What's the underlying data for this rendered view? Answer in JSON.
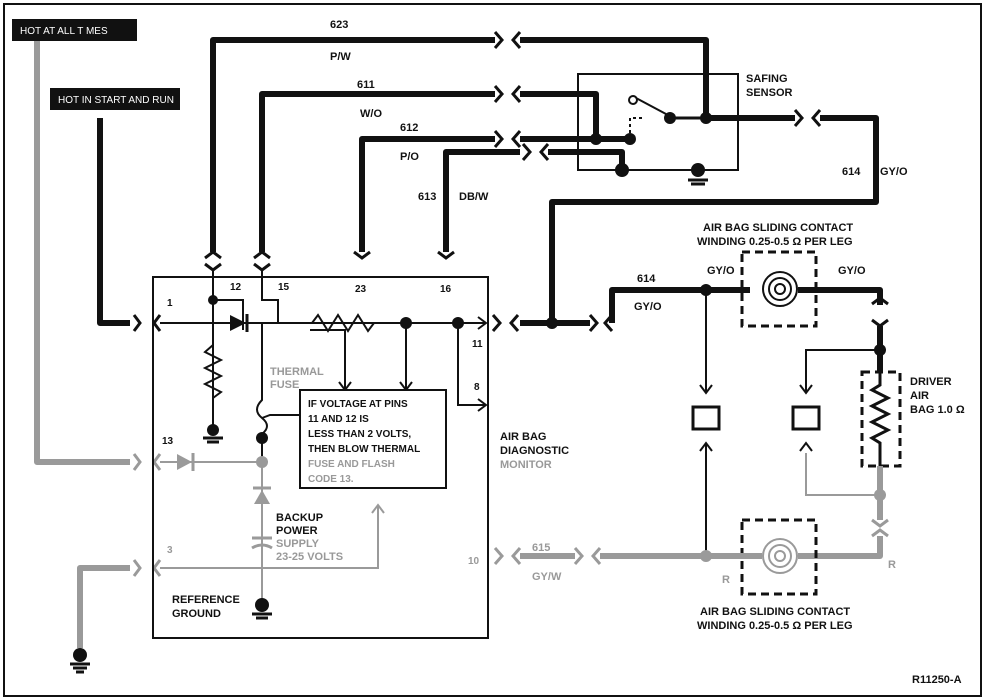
{
  "tags": {
    "hot_all_times": "HOT AT ALL T MES",
    "hot_start_run": "HOT IN START AND RUN"
  },
  "circuits": {
    "c623": "623",
    "c623_color": "P/W",
    "c611": "611",
    "c611_color": "W/O",
    "c612": "612",
    "c612_color": "P/O",
    "c613": "613",
    "c613_color": "DB/W",
    "c614": "614",
    "c614_color": "GY/O",
    "c614b": "614",
    "c614b_color": "GY/O",
    "c615": "615",
    "c615_color": "GY/W",
    "gyo_left": "GY/O",
    "gyo_right": "GY/O",
    "r_left": "R",
    "r_right": "R"
  },
  "pins": {
    "p1": "1",
    "p12": "12",
    "p15": "15",
    "p23": "23",
    "p16": "16",
    "p11": "11",
    "p8": "8",
    "p13": "13",
    "p3": "3",
    "p10": "10"
  },
  "components": {
    "safing_sensor_l1": "SAFING",
    "safing_sensor_l2": "SENSOR",
    "contact_top_l1": "AIR BAG SLIDING CONTACT",
    "contact_top_l2": "WINDING 0.25-0.5 Ω PER LEG",
    "contact_bot_l1": "AIR BAG SLIDING CONTACT",
    "contact_bot_l2": "WINDING 0.25-0.5 Ω PER LEG",
    "driver_l1": "DRIVER",
    "driver_l2": "AIR",
    "driver_l3": "BAG 1.0 Ω",
    "monitor_l1": "AIR BAG",
    "monitor_l2": "DIAGNOSTIC",
    "monitor_l3": "MONITOR",
    "thermal_l1": "THERMAL",
    "thermal_l2": "FUSE",
    "backup_l1": "BACKUP",
    "backup_l2": "POWER",
    "backup_l3": "SUPPLY",
    "backup_l4": "23-25 VOLTS",
    "ref_l1": "REFERENCE",
    "ref_l2": "GROUND"
  },
  "note": {
    "line1": "IF VOLTAGE AT PINS",
    "line2": "11 AND 12 IS",
    "line3": "LESS THAN 2 VOLTS,",
    "line4": "THEN BLOW THERMAL",
    "line5": "FUSE AND FLASH",
    "line6": "CODE 13."
  },
  "figure_id": "R11250-A"
}
